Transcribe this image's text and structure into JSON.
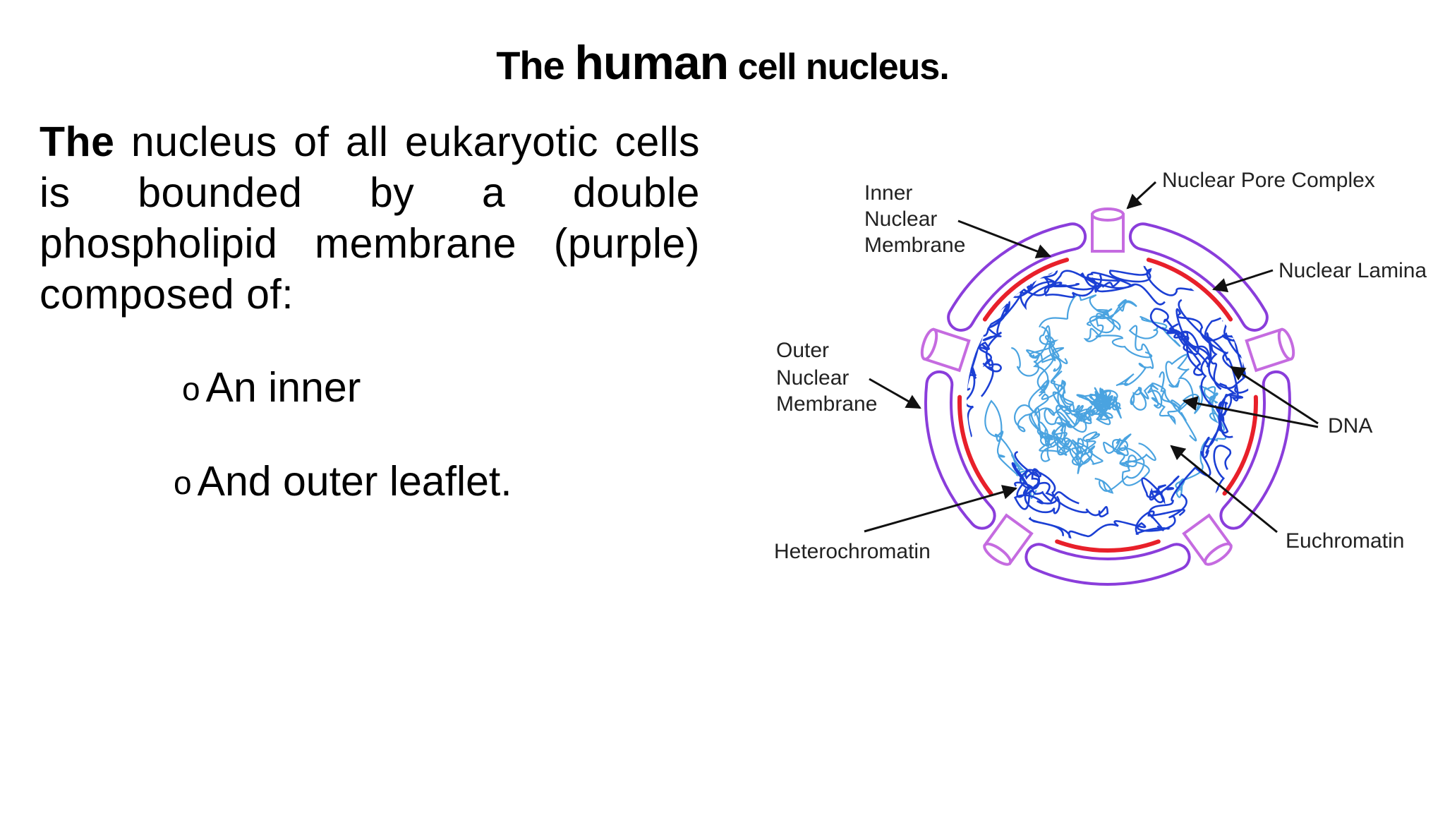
{
  "title": {
    "part1": "The ",
    "part2": "human",
    "part3": " cell nucleus."
  },
  "paragraph": {
    "lead": "The",
    "rest": " nucleus of all eukaryotic cells is bounded by a double phospholipid membrane (purple) composed of:"
  },
  "bullets": [
    {
      "marker": "o",
      "text": "An inner"
    },
    {
      "marker": "o",
      "text": "And outer leaflet."
    }
  ],
  "diagram": {
    "labels": {
      "inner1": "Inner",
      "inner2": "Nuclear",
      "inner3": "Membrane",
      "pore": "Nuclear Pore Complex",
      "lamina": "Nuclear Lamina",
      "outer1": "Outer",
      "outer2": "Nuclear",
      "outer3": "Membrane",
      "dna": "DNA",
      "hetero": "Heterochromatin",
      "eu": "Euchromatin"
    },
    "colors": {
      "membrane": "#8a3ddb",
      "pore": "#c56be0",
      "lamina": "#e8202a",
      "heterochromatin": "#1b3fd4",
      "euchromatin": "#4aa3e0"
    }
  }
}
